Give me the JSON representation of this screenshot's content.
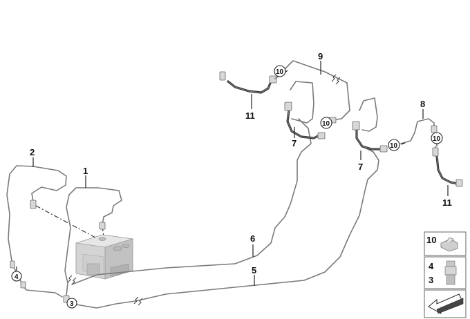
{
  "diagram": {
    "parts": [
      {
        "id": "hydraulic-unit"
      },
      {
        "id": "brake-pipe-1",
        "number": "1"
      },
      {
        "id": "brake-pipe-2",
        "number": "2"
      },
      {
        "id": "brake-pipe-5",
        "number": "5"
      },
      {
        "id": "brake-pipe-6",
        "number": "6"
      },
      {
        "id": "brake-hose-7a",
        "number": "7"
      },
      {
        "id": "brake-hose-7b",
        "number": "7"
      },
      {
        "id": "brake-pipe-8",
        "number": "8"
      },
      {
        "id": "brake-pipe-9",
        "number": "9"
      },
      {
        "id": "brake-hose-11a",
        "number": "11"
      },
      {
        "id": "brake-hose-11b",
        "number": "11"
      }
    ],
    "circled_callouts": [
      "10",
      "10",
      "10",
      "10",
      "3",
      "4"
    ],
    "legend": [
      {
        "numbers": [
          "10"
        ],
        "item": "hose bracket clip"
      },
      {
        "numbers": [
          "4",
          "3"
        ],
        "item": "screw fitting"
      },
      {
        "numbers": [],
        "item": "orientation arrow"
      }
    ]
  },
  "labels": {
    "n1": "1",
    "n2": "2",
    "n5": "5",
    "n6": "6",
    "n7a": "7",
    "n7b": "7",
    "n8": "8",
    "n9": "9",
    "n11a": "11",
    "n11b": "11",
    "c10a": "10",
    "c10b": "10",
    "c10c": "10",
    "c10d": "10",
    "c3": "3",
    "c4": "4",
    "legend10": "10",
    "legend4": "4",
    "legend3": "3"
  }
}
